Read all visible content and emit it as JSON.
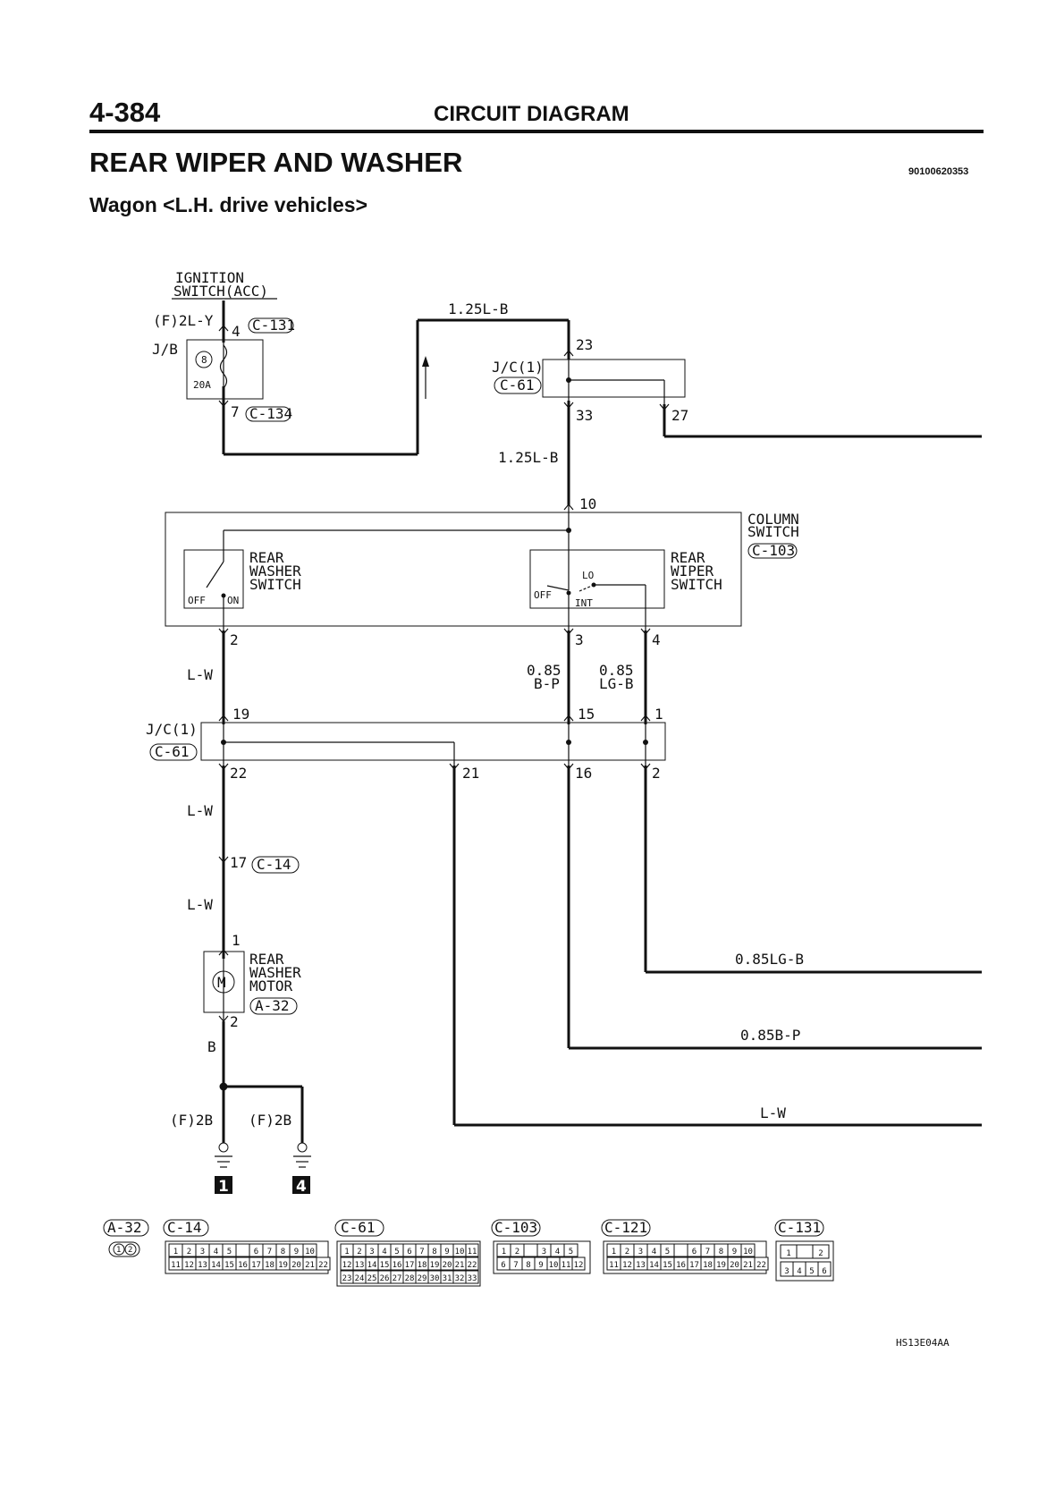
{
  "header": {
    "page_number": "4-384",
    "section": "CIRCUIT DIAGRAM",
    "title": "REAR WIPER AND WASHER",
    "doc_code": "90100620353",
    "subtitle": "Wagon <L.H. drive vehicles>"
  },
  "components": {
    "ignition_line1": "IGNITION",
    "ignition_line2": "SWITCH(ACC)",
    "jb": "J/B",
    "fuse_num": "8",
    "fuse_rating": "20A",
    "jc_top_label": "J/C(1)",
    "jc_bottom_label": "J/C(1)",
    "column_line1": "COLUMN",
    "column_line2": "SWITCH",
    "washer_sw_line1": "REAR",
    "washer_sw_line2": "WASHER",
    "washer_sw_line3": "SWITCH",
    "wiper_sw_line1": "REAR",
    "wiper_sw_line2": "WIPER",
    "wiper_sw_line3": "SWITCH",
    "sw_off": "OFF",
    "sw_on": "ON",
    "sw_off2": "OFF",
    "sw_lo": "LO",
    "sw_int": "INT",
    "motor_line1": "REAR",
    "motor_line2": "WASHER",
    "motor_line3": "MOTOR",
    "motor_symbol": "M"
  },
  "connectors": {
    "c131": "C-131",
    "c134": "C-134",
    "c61_top": "C-61",
    "c103": "C-103",
    "c61_bottom": "C-61",
    "c14": "C-14",
    "a32": "A-32"
  },
  "wires": {
    "f2ly": "(F)2L-Y",
    "top_125lb": "1.25L-B",
    "mid_125lb": "1.25L-B",
    "lw_1": "L-W",
    "b_p_gauge": "0.85",
    "b_p_color": "B-P",
    "lg_b_gauge": "0.85",
    "lg_b_color": "LG-B",
    "lw_2": "L-W",
    "lw_3": "L-W",
    "b": "B",
    "out_lgb": "0.85LG-B",
    "out_bp": "0.85B-P",
    "out_lw": "L-W",
    "gnd_left": "(F)2B",
    "gnd_right": "(F)2B"
  },
  "pins": {
    "p4": "4",
    "p7": "7",
    "p23": "23",
    "p33": "33",
    "p27": "27",
    "p10": "10",
    "p2a": "2",
    "p3": "3",
    "p4b": "4",
    "p19": "19",
    "p15": "15",
    "p1": "1",
    "p22": "22",
    "p21": "21",
    "p16": "16",
    "p2b": "2",
    "p17": "17",
    "p1m": "1",
    "p2m": "2"
  },
  "grounds": {
    "g1": "1",
    "g4": "4"
  },
  "connector_views": {
    "labels": [
      "A-32",
      "C-14",
      "C-61",
      "C-103",
      "C-121",
      "C-131"
    ],
    "a32_pins": [
      "1",
      "2"
    ],
    "c14_row1": [
      "1",
      "2",
      "3",
      "4",
      "5",
      "",
      "6",
      "7",
      "8",
      "9",
      "10"
    ],
    "c14_row2": [
      "11",
      "12",
      "13",
      "14",
      "15",
      "16",
      "17",
      "18",
      "19",
      "20",
      "21",
      "22"
    ],
    "c61_row1": [
      "1",
      "2",
      "3",
      "4",
      "5",
      "6",
      "7",
      "8",
      "9",
      "10",
      "11"
    ],
    "c61_row2": [
      "12",
      "13",
      "14",
      "15",
      "16",
      "17",
      "18",
      "19",
      "20",
      "21",
      "22"
    ],
    "c61_row3": [
      "23",
      "24",
      "25",
      "26",
      "27",
      "28",
      "29",
      "30",
      "31",
      "32",
      "33"
    ],
    "c103_row1": [
      "1",
      "2",
      "",
      "3",
      "4",
      "5"
    ],
    "c103_row2": [
      "6",
      "7",
      "8",
      "9",
      "10",
      "11",
      "12"
    ],
    "c121_row1": [
      "1",
      "2",
      "3",
      "4",
      "5",
      "",
      "6",
      "7",
      "8",
      "9",
      "10"
    ],
    "c121_row2": [
      "11",
      "12",
      "13",
      "14",
      "15",
      "16",
      "17",
      "18",
      "19",
      "20",
      "21",
      "22"
    ],
    "c131_row1": [
      "1",
      "",
      "2"
    ],
    "c131_row2": [
      "3",
      "4",
      "5",
      "6"
    ]
  },
  "figure_code": "HS13E04AA"
}
